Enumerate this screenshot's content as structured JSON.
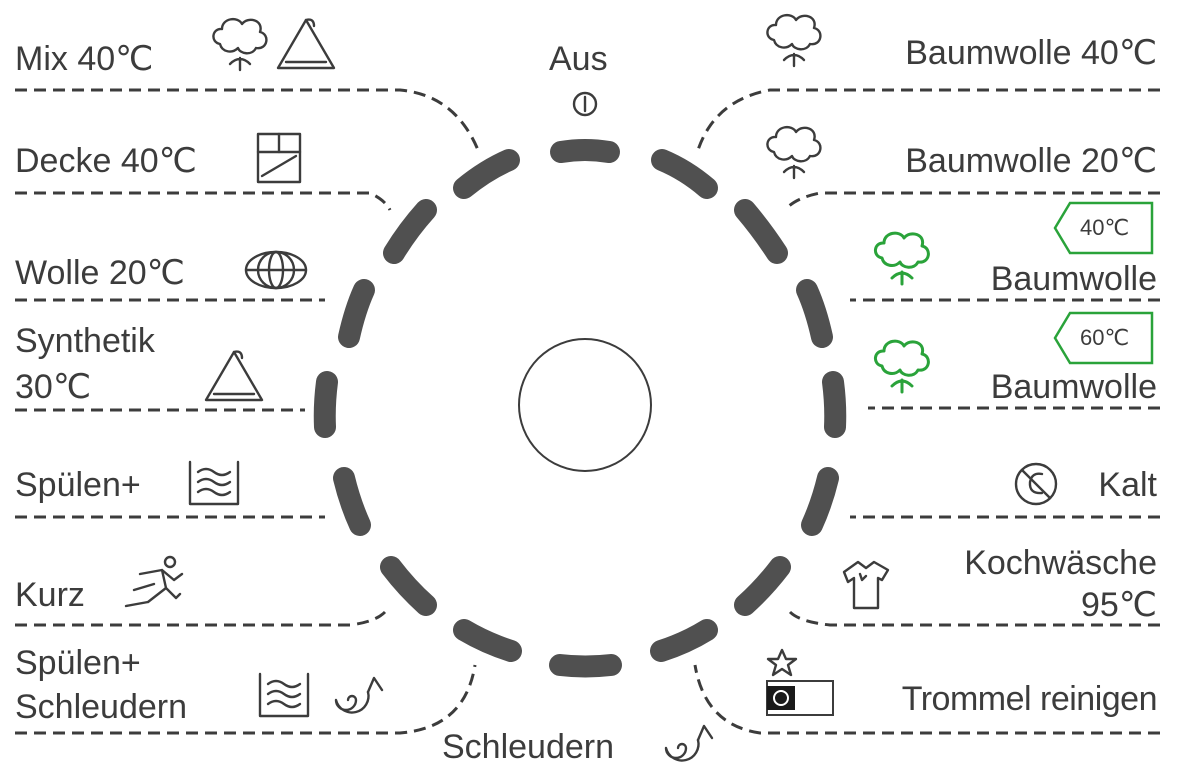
{
  "dial": {
    "off_label": "Aus",
    "bottom_label": "Schleudern"
  },
  "left_programs": [
    {
      "label": "Mix  40℃",
      "icons": [
        "cotton-icon",
        "synthetic-icon"
      ]
    },
    {
      "label": "Decke  40℃",
      "icons": [
        "blanket-icon"
      ]
    },
    {
      "label": "Wolle 20℃",
      "icons": [
        "wool-icon"
      ]
    },
    {
      "label_line1": "Synthetik",
      "label_line2": "30℃",
      "icons": [
        "synthetic-icon"
      ]
    },
    {
      "label": "Spülen+",
      "icons": [
        "rinse-icon"
      ]
    },
    {
      "label": "Kurz",
      "icons": [
        "runner-icon"
      ]
    },
    {
      "label_line1": "Spülen+",
      "label_line2": "Schleudern",
      "icons": [
        "rinse-icon",
        "spin-icon"
      ]
    }
  ],
  "right_programs": [
    {
      "label": "Baumwolle 40℃",
      "icons": [
        "cotton-icon"
      ]
    },
    {
      "label": "Baumwolle 20℃",
      "icons": [
        "cotton-icon"
      ]
    },
    {
      "label": "Baumwolle",
      "temp_tag": "40℃",
      "icons": [
        "eco-cotton-icon"
      ]
    },
    {
      "label": "Baumwolle",
      "temp_tag": "60℃",
      "icons": [
        "eco-cotton-icon"
      ]
    },
    {
      "label": "Kalt",
      "icons": [
        "cold-icon"
      ]
    },
    {
      "label_line1": "Kochwäsche",
      "label_line2": "95℃",
      "icons": [
        "shirt-icon"
      ]
    },
    {
      "label": "Trommel reinigen",
      "icons": [
        "star-icon",
        "drum-clean-icon"
      ]
    }
  ],
  "colors": {
    "text": "#3c3c3c",
    "dial_segment": "#505050",
    "eco_green": "#2aa33a"
  }
}
